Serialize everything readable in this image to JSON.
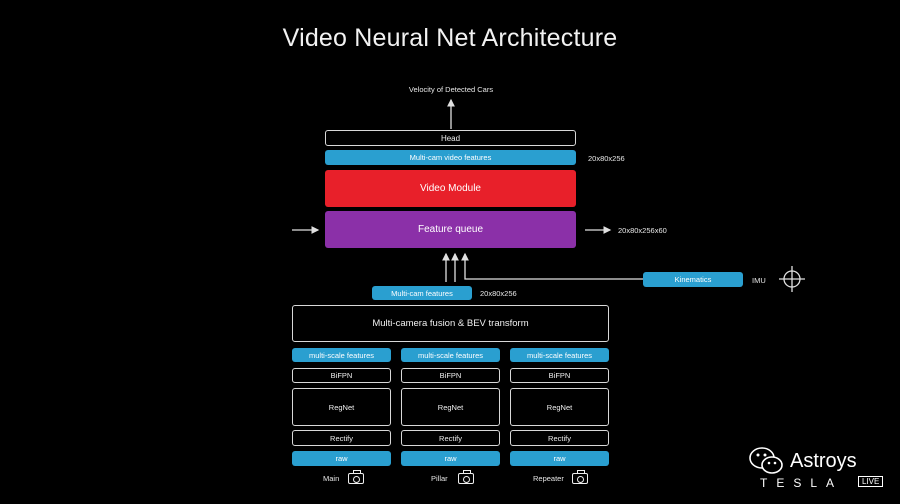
{
  "title": "Video Neural Net Architecture",
  "output_label": "Velocity of Detected Cars",
  "head": "Head",
  "video_features": {
    "label": "Multi-cam video features",
    "dim": "20x80x256"
  },
  "video_module": "Video Module",
  "feature_queue": {
    "label": "Feature queue",
    "dim": "20x80x256x60"
  },
  "kinematics": {
    "label": "Kinematics",
    "source": "IMU"
  },
  "multicam_features": {
    "label": "Multi-cam features",
    "dim": "20x80x256"
  },
  "fusion": "Multi-camera fusion & BEV transform",
  "columns": [
    {
      "features": "multi-scale features",
      "bifpn": "BiFPN",
      "regnet": "RegNet",
      "rectify": "Rectify",
      "raw": "raw",
      "camera": "Main"
    },
    {
      "features": "multi-scale features",
      "bifpn": "BiFPN",
      "regnet": "RegNet",
      "rectify": "Rectify",
      "raw": "raw",
      "camera": "Pillar"
    },
    {
      "features": "multi-scale features",
      "bifpn": "BiFPN",
      "regnet": "RegNet",
      "rectify": "Rectify",
      "raw": "raw",
      "camera": "Repeater"
    }
  ],
  "watermark": {
    "text": "Astroys",
    "brand": "TESLA",
    "badge": "LIVE"
  },
  "colors": {
    "blue": "#2a9fd0",
    "red": "#e8202a",
    "purple": "#8b30a8",
    "background": "#000000"
  }
}
